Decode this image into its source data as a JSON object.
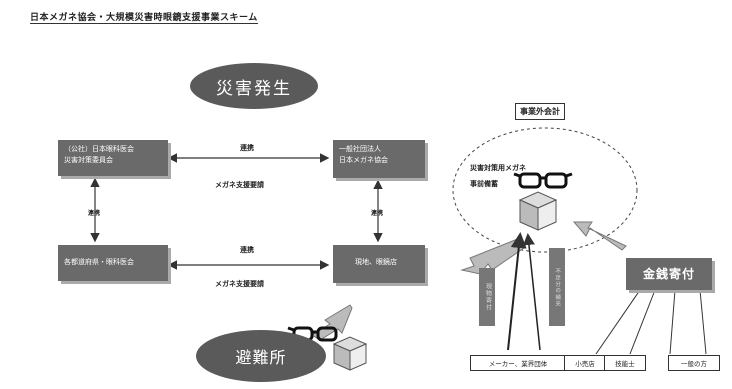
{
  "title": "日本メガネ協会・大規模災害時眼鏡支援事業スキーム",
  "disaster": "災害発生",
  "shelter": "避難所",
  "nodes": {
    "top_left": [
      "（公社）日本眼科医会",
      "災害対策委員会"
    ],
    "top_right": [
      "一般社団法人",
      "日本メガネ協会"
    ],
    "bottom_left": "各都道府県・眼科医会",
    "bottom_right": "現地、眼鏡店"
  },
  "links": {
    "top_coop": "連携",
    "top_request": "メガネ支援要請",
    "bottom_coop": "連携",
    "bottom_request": "メガネ支援要請",
    "left_coop": "連携",
    "right_coop": "連携"
  },
  "external": {
    "label": "事業外会計",
    "reserve_line1": "災害対策用メガネ",
    "reserve_line2": "事前備蓄"
  },
  "donation": "金銭寄付",
  "vertical": {
    "left": "現物寄付",
    "middle": "不足分の補充"
  },
  "donors": [
    "メーカー、業界団体",
    "小売店",
    "技能士",
    "一般の方"
  ]
}
